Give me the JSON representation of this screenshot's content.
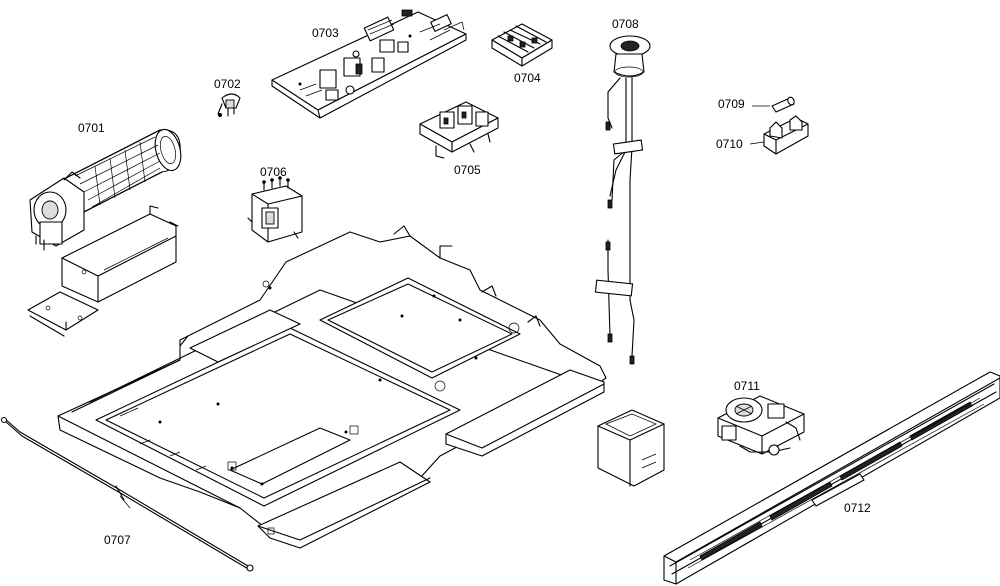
{
  "parts": [
    {
      "id": "0701",
      "label": "0701"
    },
    {
      "id": "0702",
      "label": "0702"
    },
    {
      "id": "0703",
      "label": "0703"
    },
    {
      "id": "0704",
      "label": "0704"
    },
    {
      "id": "0705",
      "label": "0705"
    },
    {
      "id": "0706",
      "label": "0706"
    },
    {
      "id": "0707",
      "label": "0707"
    },
    {
      "id": "0708",
      "label": "0708"
    },
    {
      "id": "0709",
      "label": "0709"
    },
    {
      "id": "0710",
      "label": "0710"
    },
    {
      "id": "0711",
      "label": "0711"
    },
    {
      "id": "0712",
      "label": "0712"
    }
  ]
}
